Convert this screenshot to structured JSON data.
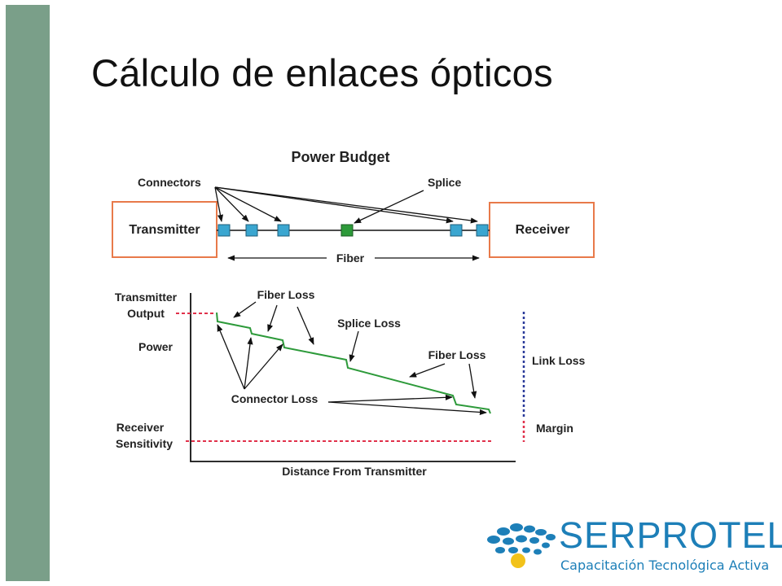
{
  "slide": {
    "title": "Cálculo de enlaces ópticos",
    "accent_bar_color": "#7a9f89"
  },
  "top_diagram": {
    "title": "Power Budget",
    "connectors_label": "Connectors",
    "splice_label": "Splice",
    "transmitter_label": "Transmitter",
    "receiver_label": "Receiver",
    "fiber_label": "Fiber",
    "box_color": "#e87a4a",
    "connector_color": "#3aa6d0",
    "splice_color": "#2d9a3a"
  },
  "bottom_diagram": {
    "transmitter_output_label_1": "Transmitter",
    "transmitter_output_label_2": "Output",
    "power_label": "Power",
    "receiver_sensitivity_label_1": "Receiver",
    "receiver_sensitivity_label_2": "Sensitivity",
    "x_axis_label": "Distance From Transmitter",
    "fiber_loss_label_1": "Fiber Loss",
    "fiber_loss_label_2": "Fiber Loss",
    "splice_loss_label": "Splice Loss",
    "connector_loss_label": "Connector Loss",
    "link_loss_label": "Link Loss",
    "margin_label": "Margin",
    "power_curve_color": "#2d9a3a",
    "reference_line_color": "#e0304a",
    "link_loss_color": "#2a3a9a"
  },
  "logo": {
    "name": "SERPROTEL",
    "tagline": "Capacitación Tecnológica Activa",
    "color": "#1d7fb8",
    "dot_color": "#1d7fb8",
    "sun_color": "#f2c21a"
  }
}
